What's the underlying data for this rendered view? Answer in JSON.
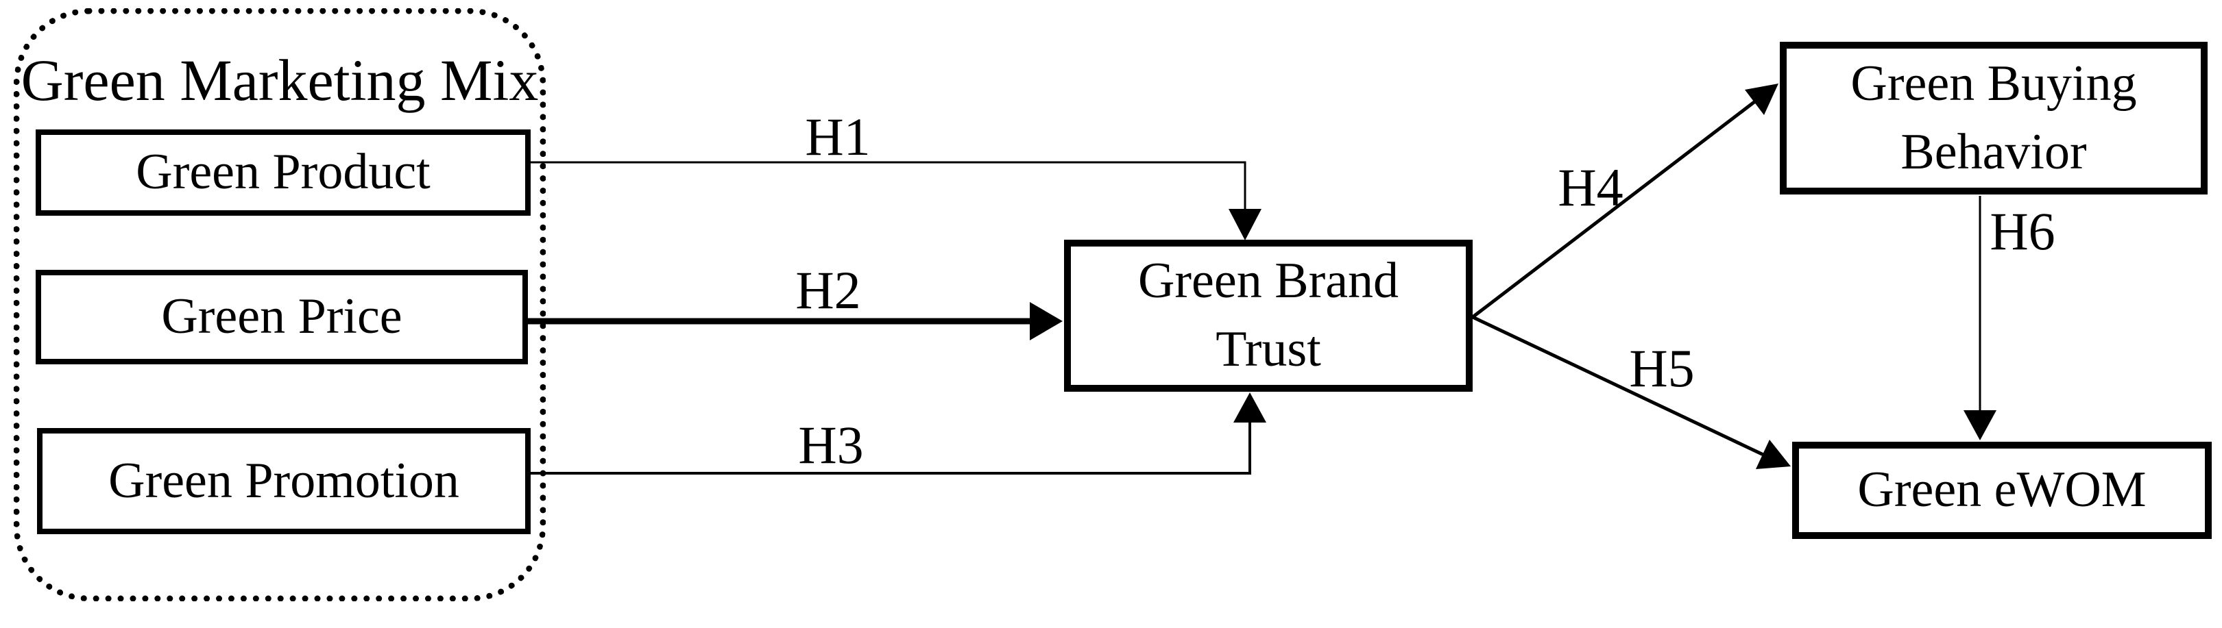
{
  "figure": {
    "background_color": "#ffffff",
    "line_color": "#000000",
    "group": {
      "label": "Green Marketing Mix"
    },
    "nodes": [
      {
        "id": "green-product",
        "label": "Green Product"
      },
      {
        "id": "green-price",
        "label": "Green Price"
      },
      {
        "id": "green-promotion",
        "label": "Green Promotion"
      },
      {
        "id": "green-brand-trust",
        "label": "Green Brand Trust"
      },
      {
        "id": "green-buying-behavior",
        "label": "Green Buying Behavior"
      },
      {
        "id": "green-ewom",
        "label": "Green eWOM"
      }
    ],
    "edges": [
      {
        "label": "H1",
        "from": "Green Product",
        "to": "Green Brand Trust"
      },
      {
        "label": "H2",
        "from": "Green Price",
        "to": "Green Brand Trust"
      },
      {
        "label": "H3",
        "from": "Green Promotion",
        "to": "Green Brand Trust"
      },
      {
        "label": "H4",
        "from": "Green Brand Trust",
        "to": "Green Buying Behavior"
      },
      {
        "label": "H5",
        "from": "Green Brand Trust",
        "to": "Green eWOM"
      },
      {
        "label": "H6",
        "from": "Green Buying Behavior",
        "to": "Green eWOM"
      }
    ]
  }
}
